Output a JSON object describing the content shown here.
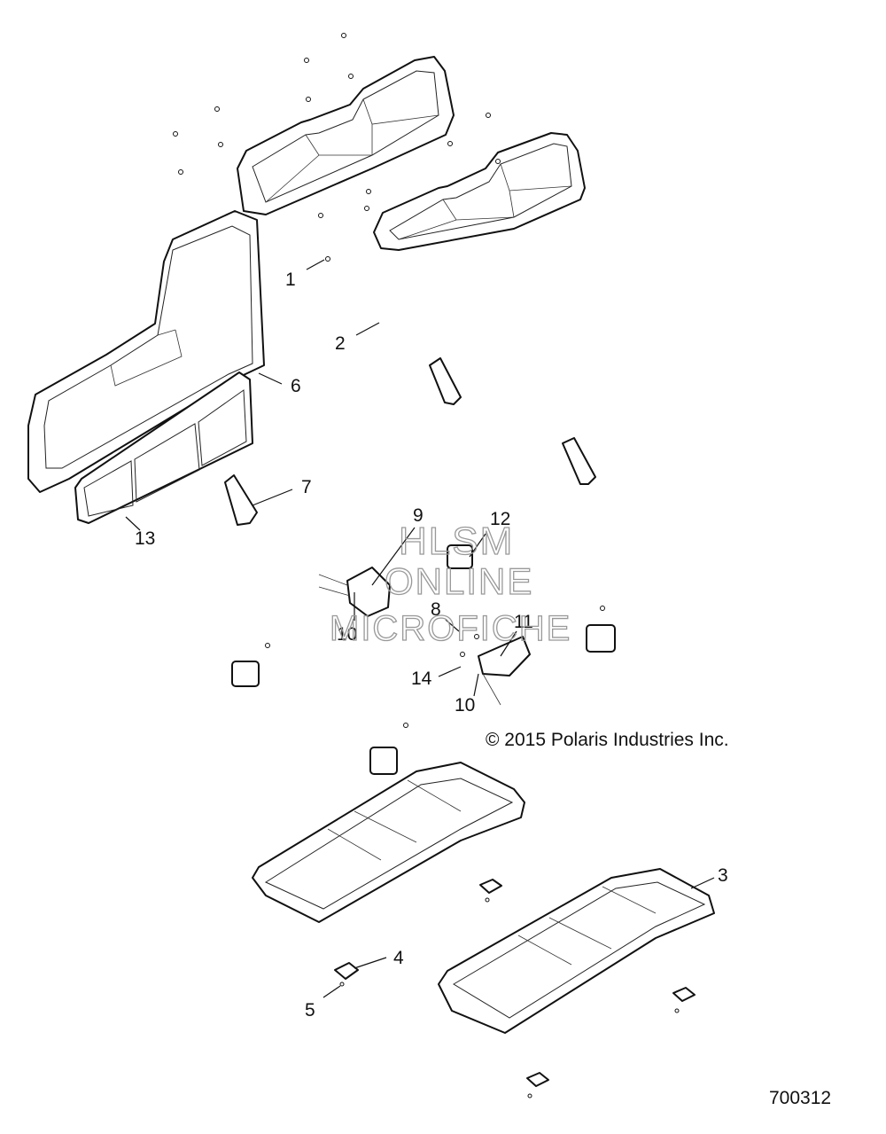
{
  "copyright": "© 2015 Polaris Industries Inc.",
  "diagram_number": "700312",
  "watermark": {
    "line1": "HLSM",
    "line2": "ONLINE",
    "line3": "MICROFICHE"
  },
  "callouts": [
    "1",
    "2",
    "3",
    "4",
    "5",
    "6",
    "7",
    "8",
    "9",
    "10",
    "10",
    "11",
    "12",
    "13",
    "14"
  ]
}
